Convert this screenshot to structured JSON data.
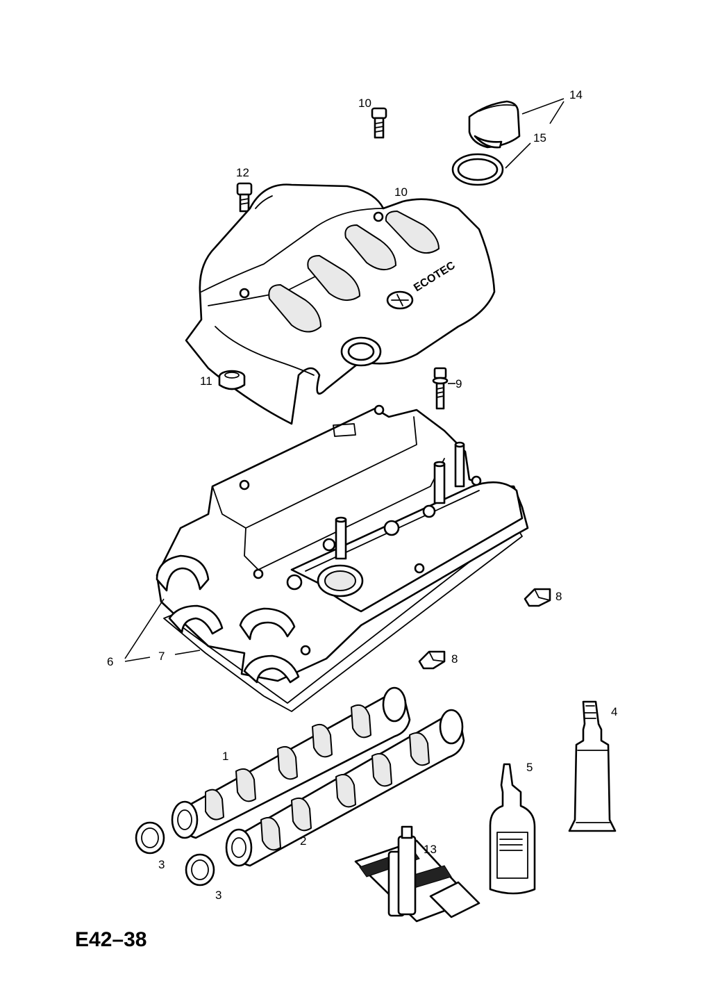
{
  "diagram": {
    "reference_code": "E42–38",
    "cover_text": "ECOTEC",
    "labels": {
      "p1": "1",
      "p2": "2",
      "p3a": "3",
      "p3b": "3",
      "p4": "4",
      "p5": "5",
      "p6": "6",
      "p7": "7",
      "p8a": "8",
      "p8b": "8",
      "p9": "9",
      "p10a": "10",
      "p10b": "10",
      "p11": "11",
      "p12": "12",
      "p13": "13",
      "p14": "14",
      "p15": "15"
    }
  }
}
